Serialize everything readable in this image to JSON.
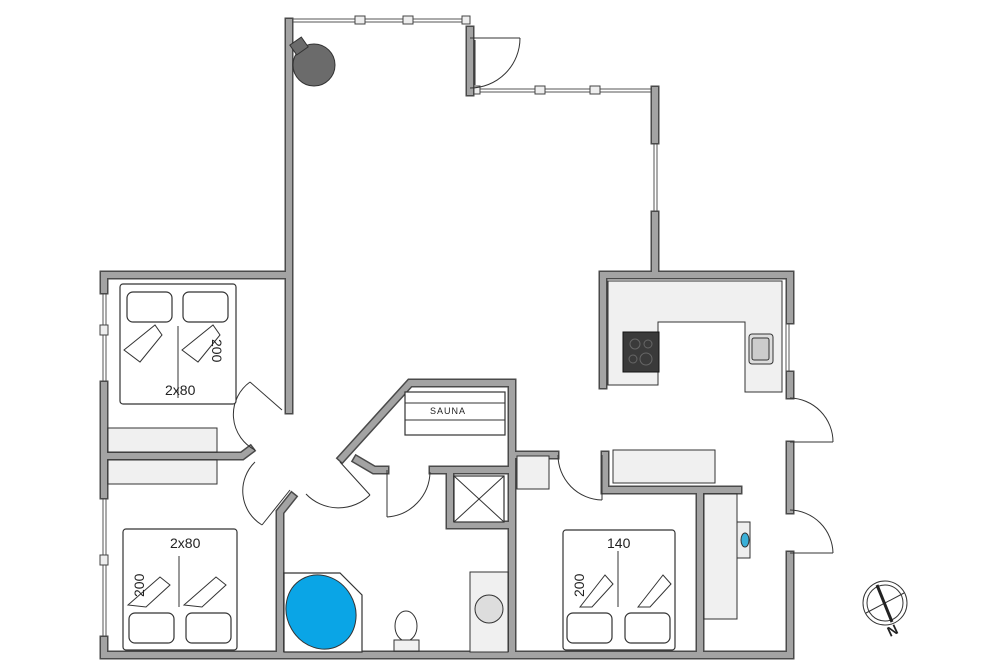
{
  "plan": {
    "bedroom_1": {
      "bed_width": "2x80",
      "bed_length": "200"
    },
    "bedroom_2": {
      "bed_width": "2x80",
      "bed_length": "200"
    },
    "bedroom_3": {
      "bed_width": "140",
      "bed_length": "200"
    },
    "sauna_label": "SAUNA",
    "compass_label": "N"
  },
  "colors": {
    "wall": "#a3a3a3",
    "furniture": "#f0f0f0",
    "bathtub": "#0aa5e6",
    "stove": "#3a3a3a"
  }
}
